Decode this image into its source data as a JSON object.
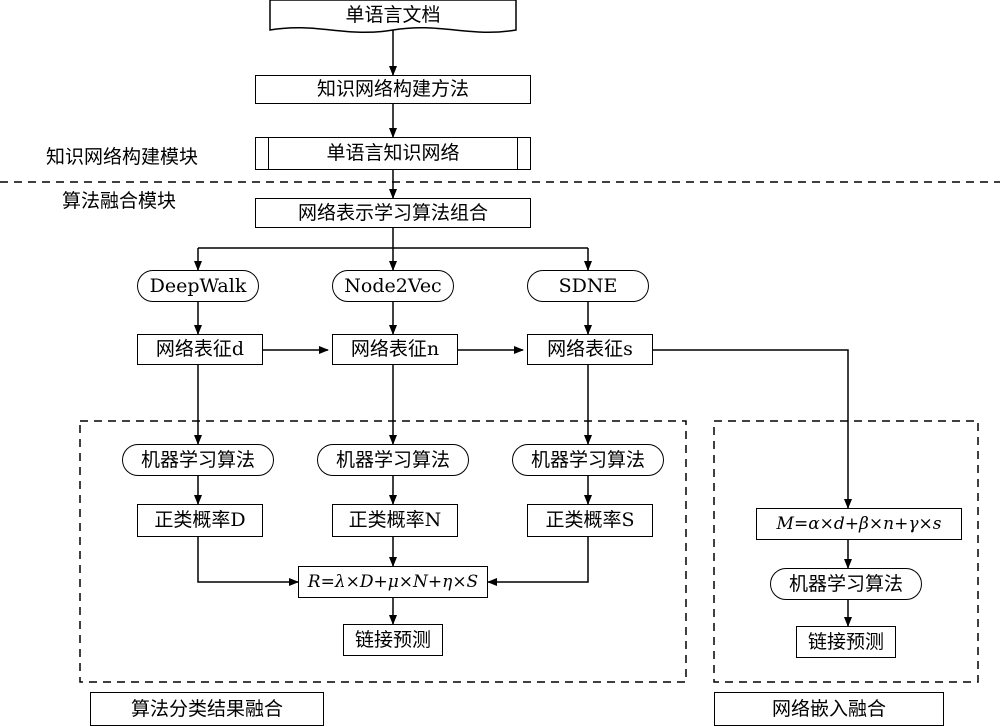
{
  "modules": {
    "knowledge": "知识网络构建模块",
    "algorithm": "算法融合模块",
    "classification_fusion": "算法分类结果融合",
    "embedding_fusion": "网络嵌入融合"
  },
  "top": {
    "document": "单语言文档",
    "method": "知识网络构建方法",
    "network": "单语言知识网络",
    "combination": "网络表示学习算法组合"
  },
  "algorithms": [
    {
      "name": "DeepWalk",
      "representation": "网络表征d",
      "ml": "机器学习算法",
      "probability": "正类概率D"
    },
    {
      "name": "Node2Vec",
      "representation": "网络表征n",
      "ml": "机器学习算法",
      "probability": "正类概率N"
    },
    {
      "name": "SDNE",
      "representation": "网络表征s",
      "ml": "机器学习算法",
      "probability": "正类概率S"
    }
  ],
  "fusion": {
    "formula": "R=λ×D+μ×N+η×S",
    "prediction": "链接预测"
  },
  "embedding": {
    "formula": "M=α×d+β×n+γ×s",
    "ml": "机器学习算法",
    "prediction": "链接预测"
  }
}
